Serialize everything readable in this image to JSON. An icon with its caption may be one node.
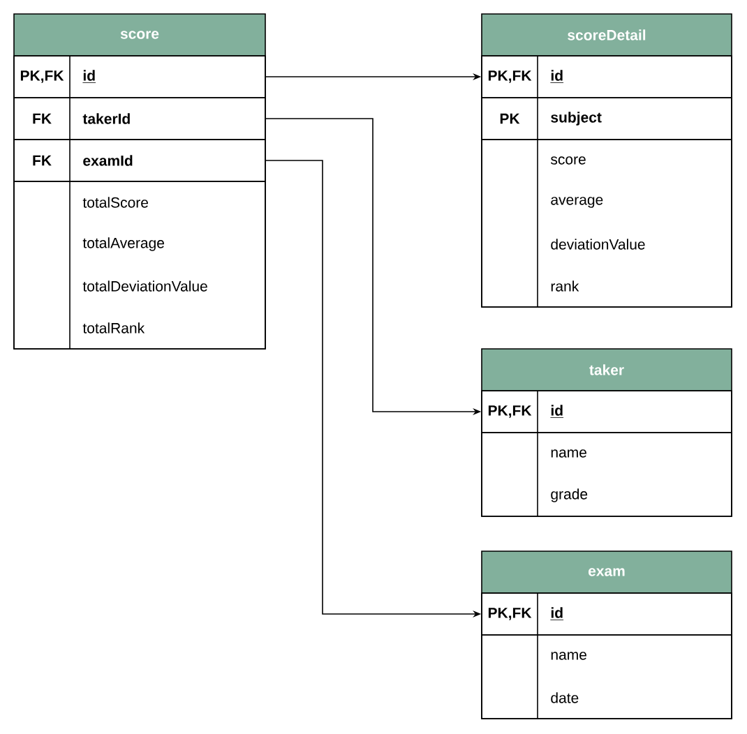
{
  "diagram": {
    "nodes": [
      {
        "text": [
          "score"
        ]
      },
      {
        "text": [
          "PK,FK",
          "id"
        ],
        "in": 0
      },
      {
        "text": [
          "FK",
          "takerId"
        ],
        "in": 0
      },
      {
        "text": [
          "FK",
          "examId"
        ],
        "in": 0
      },
      {
        "text": [
          "totalScore",
          "totalAverage",
          "totalDeviationValue",
          "totalRank"
        ],
        "in": 0
      },
      {
        "text": [
          "scoreDetail"
        ]
      },
      {
        "text": [
          "PK,FK",
          "id"
        ],
        "in": 5
      },
      {
        "text": [
          "PK",
          "subject"
        ],
        "in": 5
      },
      {
        "text": [
          "score",
          "average",
          "deviationValue",
          "rank"
        ],
        "in": 5
      },
      {
        "text": [
          "taker"
        ]
      },
      {
        "text": [
          "PK,FK",
          "id"
        ],
        "in": 9
      },
      {
        "text": [
          "name",
          "grade"
        ],
        "in": 9
      },
      {
        "text": [
          "exam"
        ]
      },
      {
        "text": [
          "PK,FK",
          "id"
        ],
        "in": 12
      },
      {
        "text": [
          "name",
          "date"
        ],
        "in": 12
      }
    ],
    "edges": [
      {
        "from": 1,
        "to": 6,
        "arrow": "to"
      },
      {
        "from": 2,
        "to": 10,
        "arrow": "to"
      },
      {
        "from": 3,
        "to": 13,
        "arrow": "to"
      }
    ]
  }
}
